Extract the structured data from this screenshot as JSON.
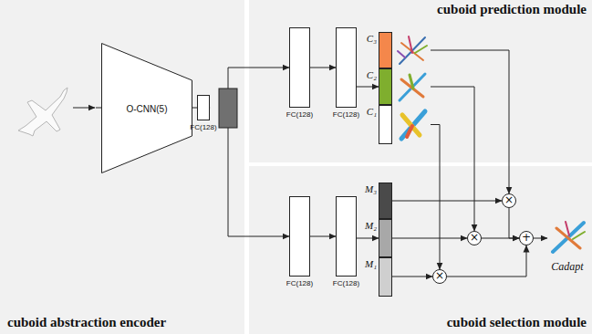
{
  "diagram": {
    "nodes": [
      {
        "text": [
          "cuboid abstraction encoder"
        ]
      },
      {
        "text": [
          "cuboid prediction module"
        ]
      },
      {
        "text": [
          "cuboid selection module"
        ]
      },
      {
        "text": [
          "O-CNN(5)"
        ],
        "in": 0
      },
      {
        "text": [
          "FC(128)"
        ],
        "in": 0
      },
      {
        "text": [
          "FC(128)"
        ],
        "in": 1
      },
      {
        "text": [
          "FC(128)"
        ],
        "in": 1
      },
      {
        "text": [
          "C₃"
        ],
        "in": 1
      },
      {
        "text": [
          "C₂"
        ],
        "in": 1
      },
      {
        "text": [
          "C₁"
        ],
        "in": 1
      },
      {
        "text": [
          "FC(128)"
        ],
        "in": 2
      },
      {
        "text": [
          "FC(128)"
        ],
        "in": 2
      },
      {
        "text": [
          "M₃"
        ],
        "in": 2
      },
      {
        "text": [
          "M₂"
        ],
        "in": 2
      },
      {
        "text": [
          "M₁"
        ],
        "in": 2
      },
      {
        "text": [
          "×"
        ],
        "in": 2
      },
      {
        "text": [
          "×"
        ],
        "in": 2
      },
      {
        "text": [
          "×"
        ],
        "in": 2
      },
      {
        "text": [
          "+"
        ],
        "in": 2
      },
      {
        "text": [
          "Cadapt"
        ],
        "in": 2
      }
    ],
    "edges": [
      {
        "from": 3,
        "to": 4,
        "arrow": "to"
      },
      {
        "from": 5,
        "to": 6,
        "arrow": "to"
      },
      {
        "from": 6,
        "to": 8,
        "arrow": "to"
      },
      {
        "from": 10,
        "to": 11,
        "arrow": "to"
      },
      {
        "from": 11,
        "to": 13,
        "arrow": "to"
      },
      {
        "from": 7,
        "to": 15,
        "arrow": "to"
      },
      {
        "from": 8,
        "to": 16,
        "arrow": "to"
      },
      {
        "from": 9,
        "to": 17,
        "arrow": "to"
      },
      {
        "from": 12,
        "to": 15,
        "arrow": "to"
      },
      {
        "from": 13,
        "to": 16,
        "arrow": "to"
      },
      {
        "from": 14,
        "to": 17,
        "arrow": "to"
      },
      {
        "from": 15,
        "to": 18,
        "arrow": "to"
      },
      {
        "from": 16,
        "to": 18,
        "arrow": "to"
      },
      {
        "from": 17,
        "to": 18,
        "arrow": "to"
      },
      {
        "from": 18,
        "to": 19,
        "arrow": "to"
      }
    ]
  }
}
